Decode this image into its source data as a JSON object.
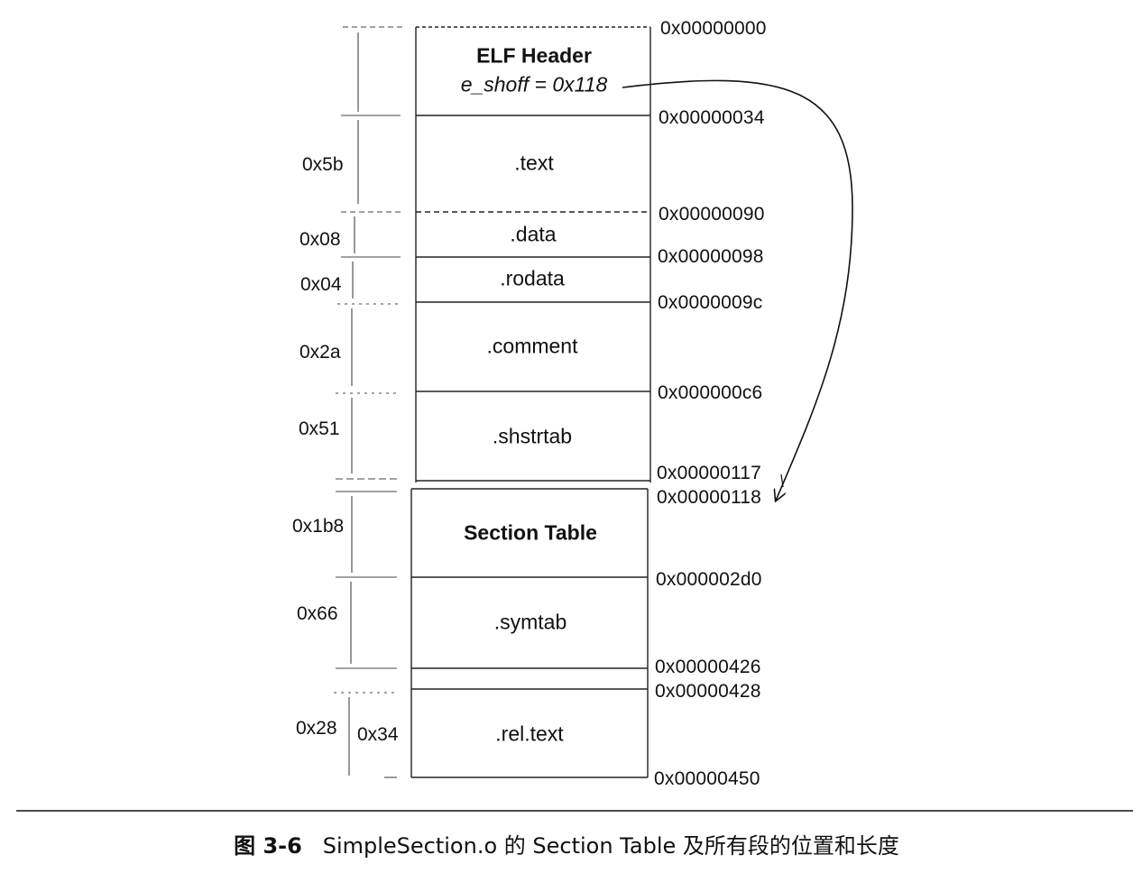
{
  "sections": [
    {
      "id": "elf-header",
      "name": "ELF Header",
      "note": "e_shoff = 0x118",
      "size": "",
      "start": "0x00000000"
    },
    {
      "id": "text",
      "name": ".text",
      "size": "0x5b",
      "start": "0x00000034"
    },
    {
      "id": "data",
      "name": ".data",
      "size": "0x08",
      "start": "0x00000090"
    },
    {
      "id": "rodata",
      "name": ".rodata",
      "size": "0x04",
      "start": "0x00000098"
    },
    {
      "id": "comment",
      "name": ".comment",
      "size": "0x2a",
      "start": "0x0000009c"
    },
    {
      "id": "shstrtab",
      "name": ".shstrtab",
      "size": "0x51",
      "start": "0x000000c6"
    },
    {
      "id": "section-table",
      "name": "Section Table",
      "size": "0x1b8",
      "start": "0x00000118"
    },
    {
      "id": "symtab",
      "name": ".symtab",
      "size": "0x66",
      "start": "0x000002d0"
    },
    {
      "id": "rel-text",
      "name": ".rel.text",
      "size": "0x28",
      "size_inner": "0x34",
      "start": "0x00000428"
    }
  ],
  "gap_addresses": {
    "after_shstrtab": "0x00000117",
    "after_symtab": "0x00000426",
    "end": "0x00000450"
  },
  "caption": {
    "figure": "图 3-6",
    "text": "SimpleSection.o 的 Section Table 及所有段的位置和长度"
  }
}
